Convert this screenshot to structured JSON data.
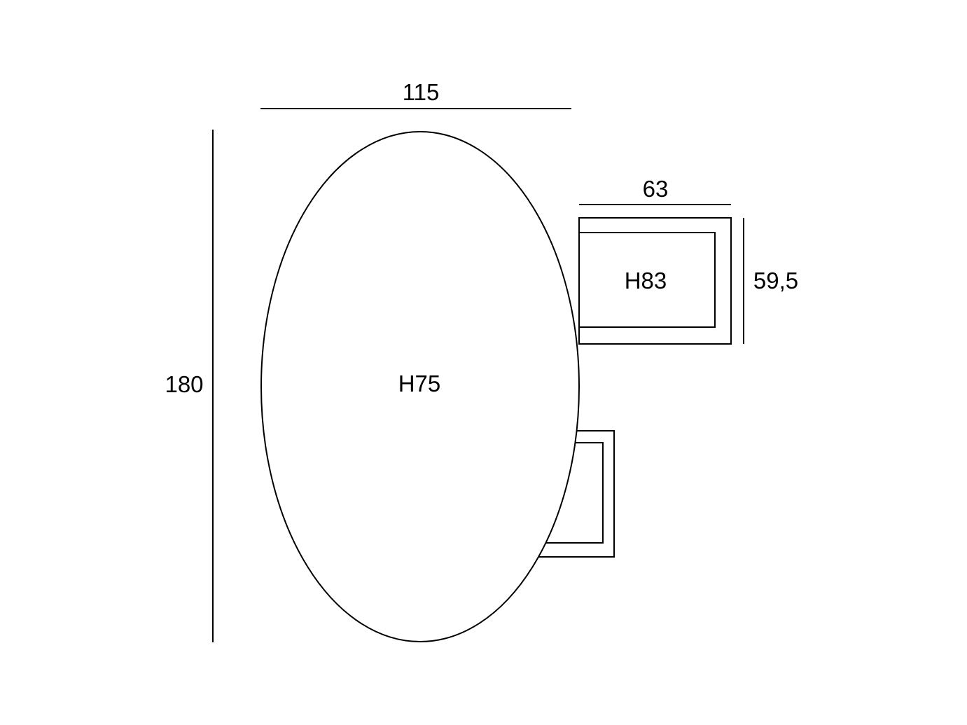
{
  "table": {
    "height_label": "H75",
    "width_dimension": "115",
    "length_dimension": "180"
  },
  "chair": {
    "height_label": "H83",
    "width_dimension": "63",
    "depth_dimension": "59,5"
  }
}
